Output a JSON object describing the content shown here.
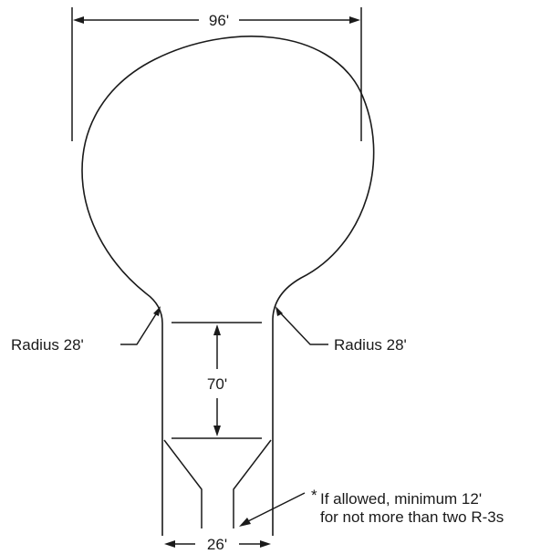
{
  "dimensions": {
    "top_width": "96'",
    "stem_length": "70'",
    "bottom_width": "26'"
  },
  "labels": {
    "radius_left": "Radius 28'",
    "radius_right": "Radius 28'",
    "note_line1": "If allowed, minimum 12'",
    "note_line2": "for not more than two R-3s",
    "note_asterisk": "*"
  }
}
